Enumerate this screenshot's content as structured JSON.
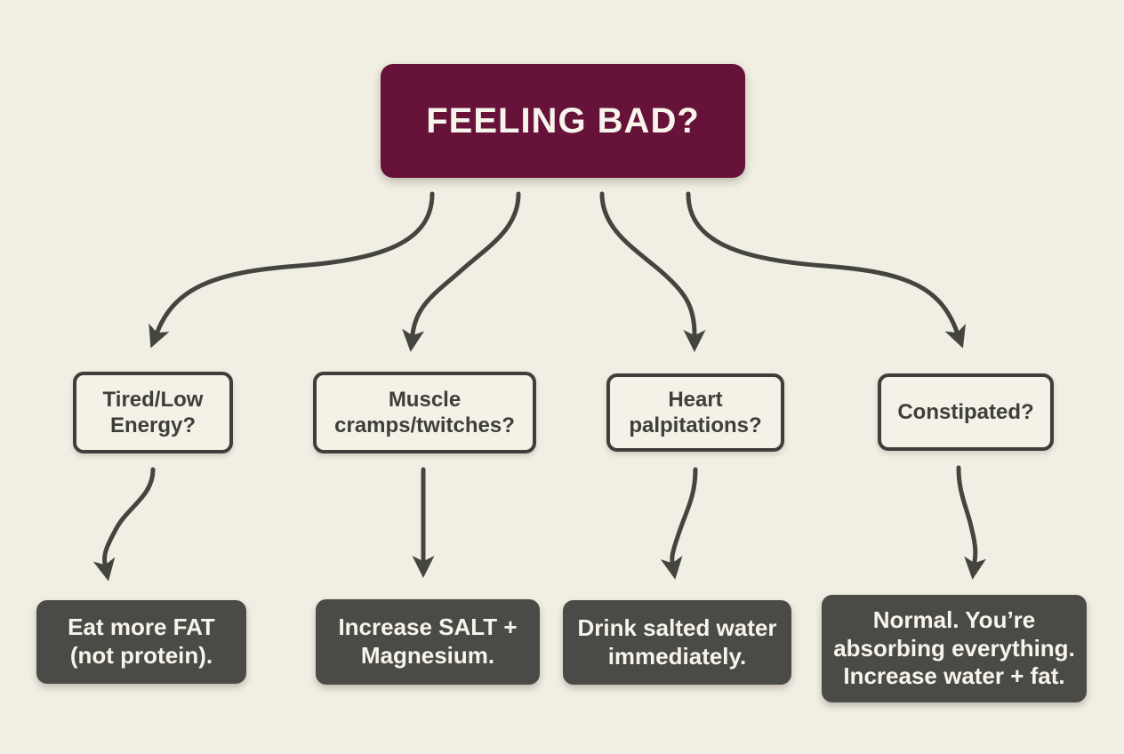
{
  "colors": {
    "background": "#f1eee3",
    "root_fill": "#661239",
    "answer_fill": "#4a4a46",
    "question_outline": "#3e3e3a",
    "arrow": "#45453f",
    "question_text": "#3e3e3a",
    "light_text": "#f7f4eb"
  },
  "root": {
    "label": "FEELING BAD?"
  },
  "questions": [
    {
      "id": "q1",
      "label": "Tired/Low Energy?"
    },
    {
      "id": "q2",
      "label": "Muscle cramps/twitches?"
    },
    {
      "id": "q3",
      "label": "Heart palpitations?"
    },
    {
      "id": "q4",
      "label": "Constipated?"
    }
  ],
  "answers": [
    {
      "id": "a1",
      "label": "Eat more FAT (not protein)."
    },
    {
      "id": "a2",
      "label": "Increase SALT + Magnesium."
    },
    {
      "id": "a3",
      "label": "Drink salted water immediately."
    },
    {
      "id": "a4",
      "label": "Normal. You’re absorbing everything. Increase water + fat."
    }
  ],
  "edges": [
    {
      "from": "root",
      "to": "q1"
    },
    {
      "from": "root",
      "to": "q2"
    },
    {
      "from": "root",
      "to": "q3"
    },
    {
      "from": "root",
      "to": "q4"
    },
    {
      "from": "q1",
      "to": "a1"
    },
    {
      "from": "q2",
      "to": "a2"
    },
    {
      "from": "q3",
      "to": "a3"
    },
    {
      "from": "q4",
      "to": "a4"
    }
  ]
}
